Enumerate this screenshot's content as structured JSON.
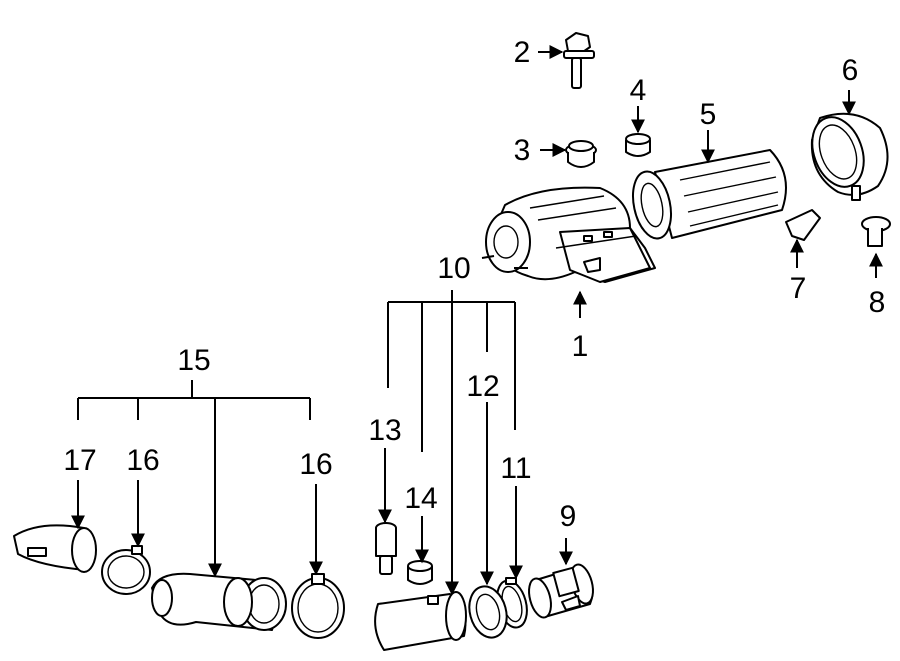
{
  "diagram": {
    "background": "#ffffff",
    "ink": "#000000",
    "callouts": [
      "1",
      "2",
      "3",
      "4",
      "5",
      "6",
      "7",
      "8",
      "9",
      "10",
      "11",
      "12",
      "13",
      "14",
      "15",
      "16",
      "17"
    ]
  }
}
